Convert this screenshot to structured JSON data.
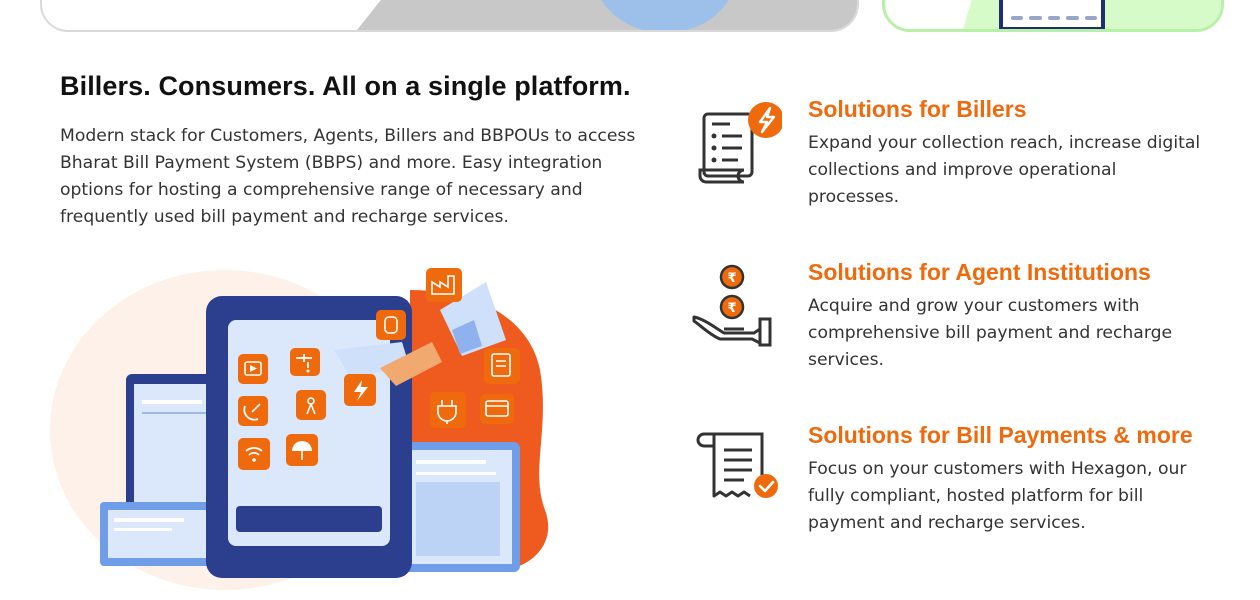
{
  "section": {
    "headline": "Billers. Consumers. All on a single platform.",
    "description": "Modern stack for Customers, Agents, Billers and BBPOUs to access Bharat Bill Payment System (BBPS) and more. Easy integration options for hosting a comprehensive range of necessary and frequently used bill payment and recharge services."
  },
  "solutions": [
    {
      "title": "Solutions for Billers",
      "text": "Expand your collection reach, increase digital collections and improve operational processes.",
      "icon": "bill-lightning-icon"
    },
    {
      "title": "Solutions for Agent Institutions",
      "text": "Acquire and grow your customers with comprehensive bill payment and recharge services.",
      "icon": "hand-rupee-coins-icon"
    },
    {
      "title": "Solutions for Bill Payments & more",
      "text": "Focus on your customers with Hexagon, our fully compliant, hosted platform for bill payment and recharge services.",
      "icon": "receipt-check-icon"
    }
  ],
  "illustration": {
    "icons": [
      "video-icon",
      "tap-icon",
      "electricity-icon",
      "dish-antenna-icon",
      "broadcast-tower-icon",
      "wifi-icon",
      "umbrella-icon",
      "gas-cylinder-icon",
      "factory-icon",
      "document-shield-icon",
      "power-plug-icon",
      "credit-card-icon"
    ]
  },
  "colors": {
    "accent": "#ef6a0d",
    "navy": "#2b3f8e",
    "light_blue": "#dbe8fb"
  }
}
